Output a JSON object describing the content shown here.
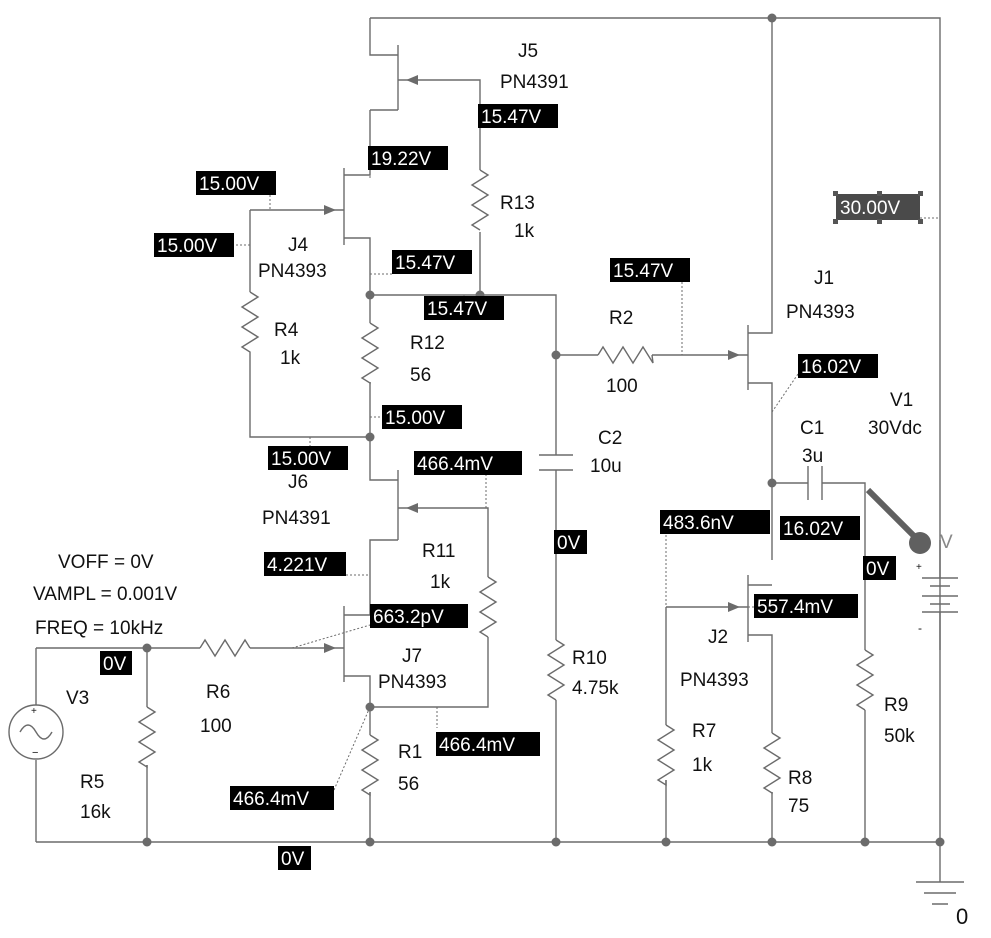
{
  "components": {
    "j5": {
      "ref": "J5",
      "model": "PN4391"
    },
    "j4": {
      "ref": "J4",
      "model": "PN4393"
    },
    "j6": {
      "ref": "J6",
      "model": "PN4391"
    },
    "j7": {
      "ref": "J7",
      "model": "PN4393"
    },
    "j1": {
      "ref": "J1",
      "model": "PN4393"
    },
    "j2": {
      "ref": "J2",
      "model": "PN4393"
    },
    "r13": {
      "ref": "R13",
      "value": "1k"
    },
    "r4": {
      "ref": "R4",
      "value": "1k"
    },
    "r12": {
      "ref": "R12",
      "value": "56"
    },
    "r2": {
      "ref": "R2",
      "value": "100"
    },
    "r11": {
      "ref": "R11",
      "value": "1k"
    },
    "r6": {
      "ref": "R6",
      "value": "100"
    },
    "r1": {
      "ref": "R1",
      "value": "56"
    },
    "r5": {
      "ref": "R5",
      "value": "16k"
    },
    "r10": {
      "ref": "R10",
      "value": "4.75k"
    },
    "r7": {
      "ref": "R7",
      "value": "1k"
    },
    "r8": {
      "ref": "R8",
      "value": "75"
    },
    "r9": {
      "ref": "R9",
      "value": "50k"
    },
    "c2": {
      "ref": "C2",
      "value": "10u"
    },
    "c1": {
      "ref": "C1",
      "value": "3u"
    },
    "v1": {
      "ref": "V1",
      "value": "30Vdc"
    },
    "v3": {
      "ref": "V3"
    },
    "ground": {
      "label": "0"
    },
    "probe": {
      "label": "V"
    }
  },
  "source_params": {
    "voff": "VOFF = 0V",
    "vampl": "VAMPL = 0.001V",
    "freq": "FREQ = 10kHz"
  },
  "voltages": {
    "j5_gate": "15.47V",
    "j5_source": "19.22V",
    "j4_gate": "15.00V",
    "j4_left": "15.00V",
    "j4_drain": "15.47V",
    "node_r12_top": "15.47V",
    "r2_right": "15.47V",
    "v1_top": "30.00V",
    "j1_source": "16.02V",
    "r12_bottom": "15.00V",
    "r4_bottom": "15.00V",
    "j6_gate": "466.4mV",
    "j6_source": "4.221V",
    "j7_gate": "663.2pV",
    "r1_top": "466.4mV",
    "r11_bottom": "466.4mV",
    "c2_bottom": "0V",
    "j2_gate": "483.6nV",
    "c1_left": "16.02V",
    "j2_source": "557.4mV",
    "r9_top": "0V",
    "v3_top": "0V",
    "ground_bus": "0V"
  }
}
